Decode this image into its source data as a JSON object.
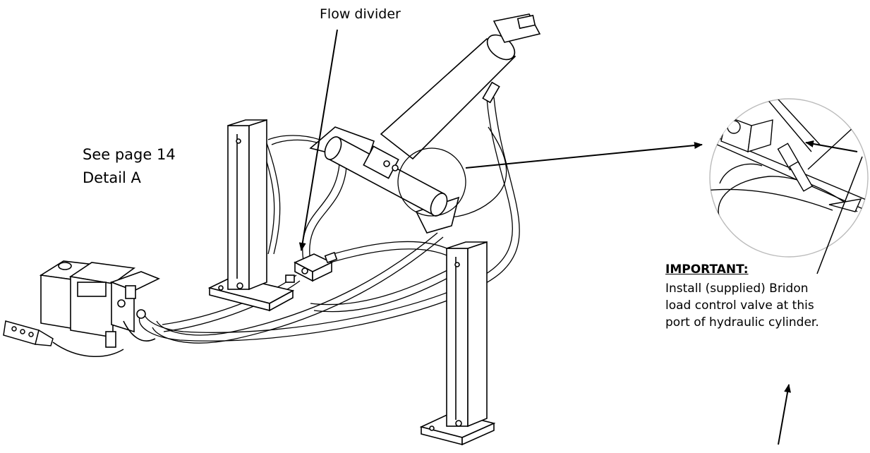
{
  "labels": {
    "flow_divider": "Flow divider",
    "see_page_line1": "See page 14",
    "see_page_line2": "Detail A",
    "important_heading": "IMPORTANT:",
    "important_body": [
      "Install (supplied) Bridon",
      "load control valve at this",
      "port of hydraulic cylinder."
    ]
  },
  "parts": [
    "hydraulic-cylinder",
    "flow-divider",
    "hydraulic-power-unit",
    "pendant-control",
    "left-post",
    "right-post",
    "hydraulic-hoses",
    "detail-magnifier-circle"
  ],
  "colors": {
    "line": "#000000",
    "detail_circle": "#bbbbbb",
    "background": "#ffffff"
  }
}
